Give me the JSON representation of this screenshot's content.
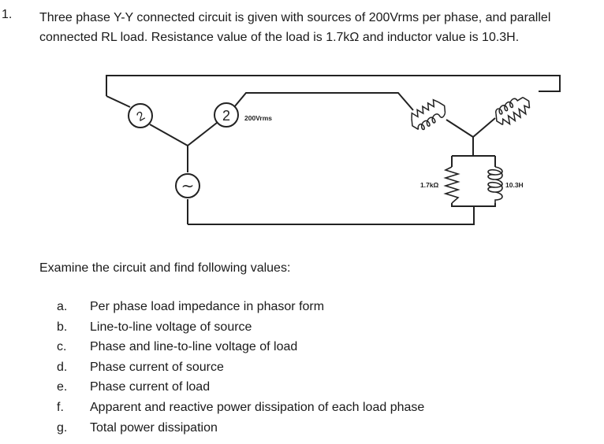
{
  "question": {
    "number": "1.",
    "line1": "Three phase Y-Y connected circuit is given with sources of 200Vrms per phase, and parallel",
    "line2": "connected RL load. Resistance value of the load is 1.7kΩ and inductor value is 10.3H."
  },
  "circuit": {
    "source_label": "200Vrms",
    "resistor_label": "1.7kΩ",
    "inductor_label": "10.3H",
    "source_marks": [
      "2",
      "2",
      "~"
    ]
  },
  "instructions": "Examine the circuit and find following values:",
  "tasks": [
    {
      "label": "a.",
      "text": "Per phase load impedance in phasor form"
    },
    {
      "label": "b.",
      "text": "Line-to-line voltage of source"
    },
    {
      "label": "c.",
      "text": "Phase and line-to-line  voltage of load"
    },
    {
      "label": "d.",
      "text": "Phase current of source"
    },
    {
      "label": "e.",
      "text": "Phase current of load"
    },
    {
      "label": "f.",
      "text": "Apparent and reactive power dissipation of each load phase"
    },
    {
      "label": "g.",
      "text": "Total power dissipation"
    }
  ]
}
